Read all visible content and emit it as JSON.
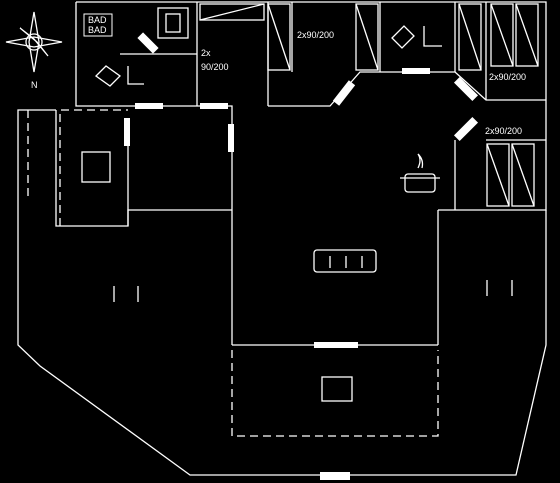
{
  "compass": {
    "north_label": "N"
  },
  "rooms": {
    "bath_label_top": "BAD",
    "bath_label_bottom": "BAD"
  },
  "beds": {
    "small_room_label_line1": "2x",
    "small_room_label_line2": "90/200",
    "top_room_label": "2x90/200",
    "right_top_label": "2x90/200",
    "right_mid_label": "2x90/200"
  }
}
